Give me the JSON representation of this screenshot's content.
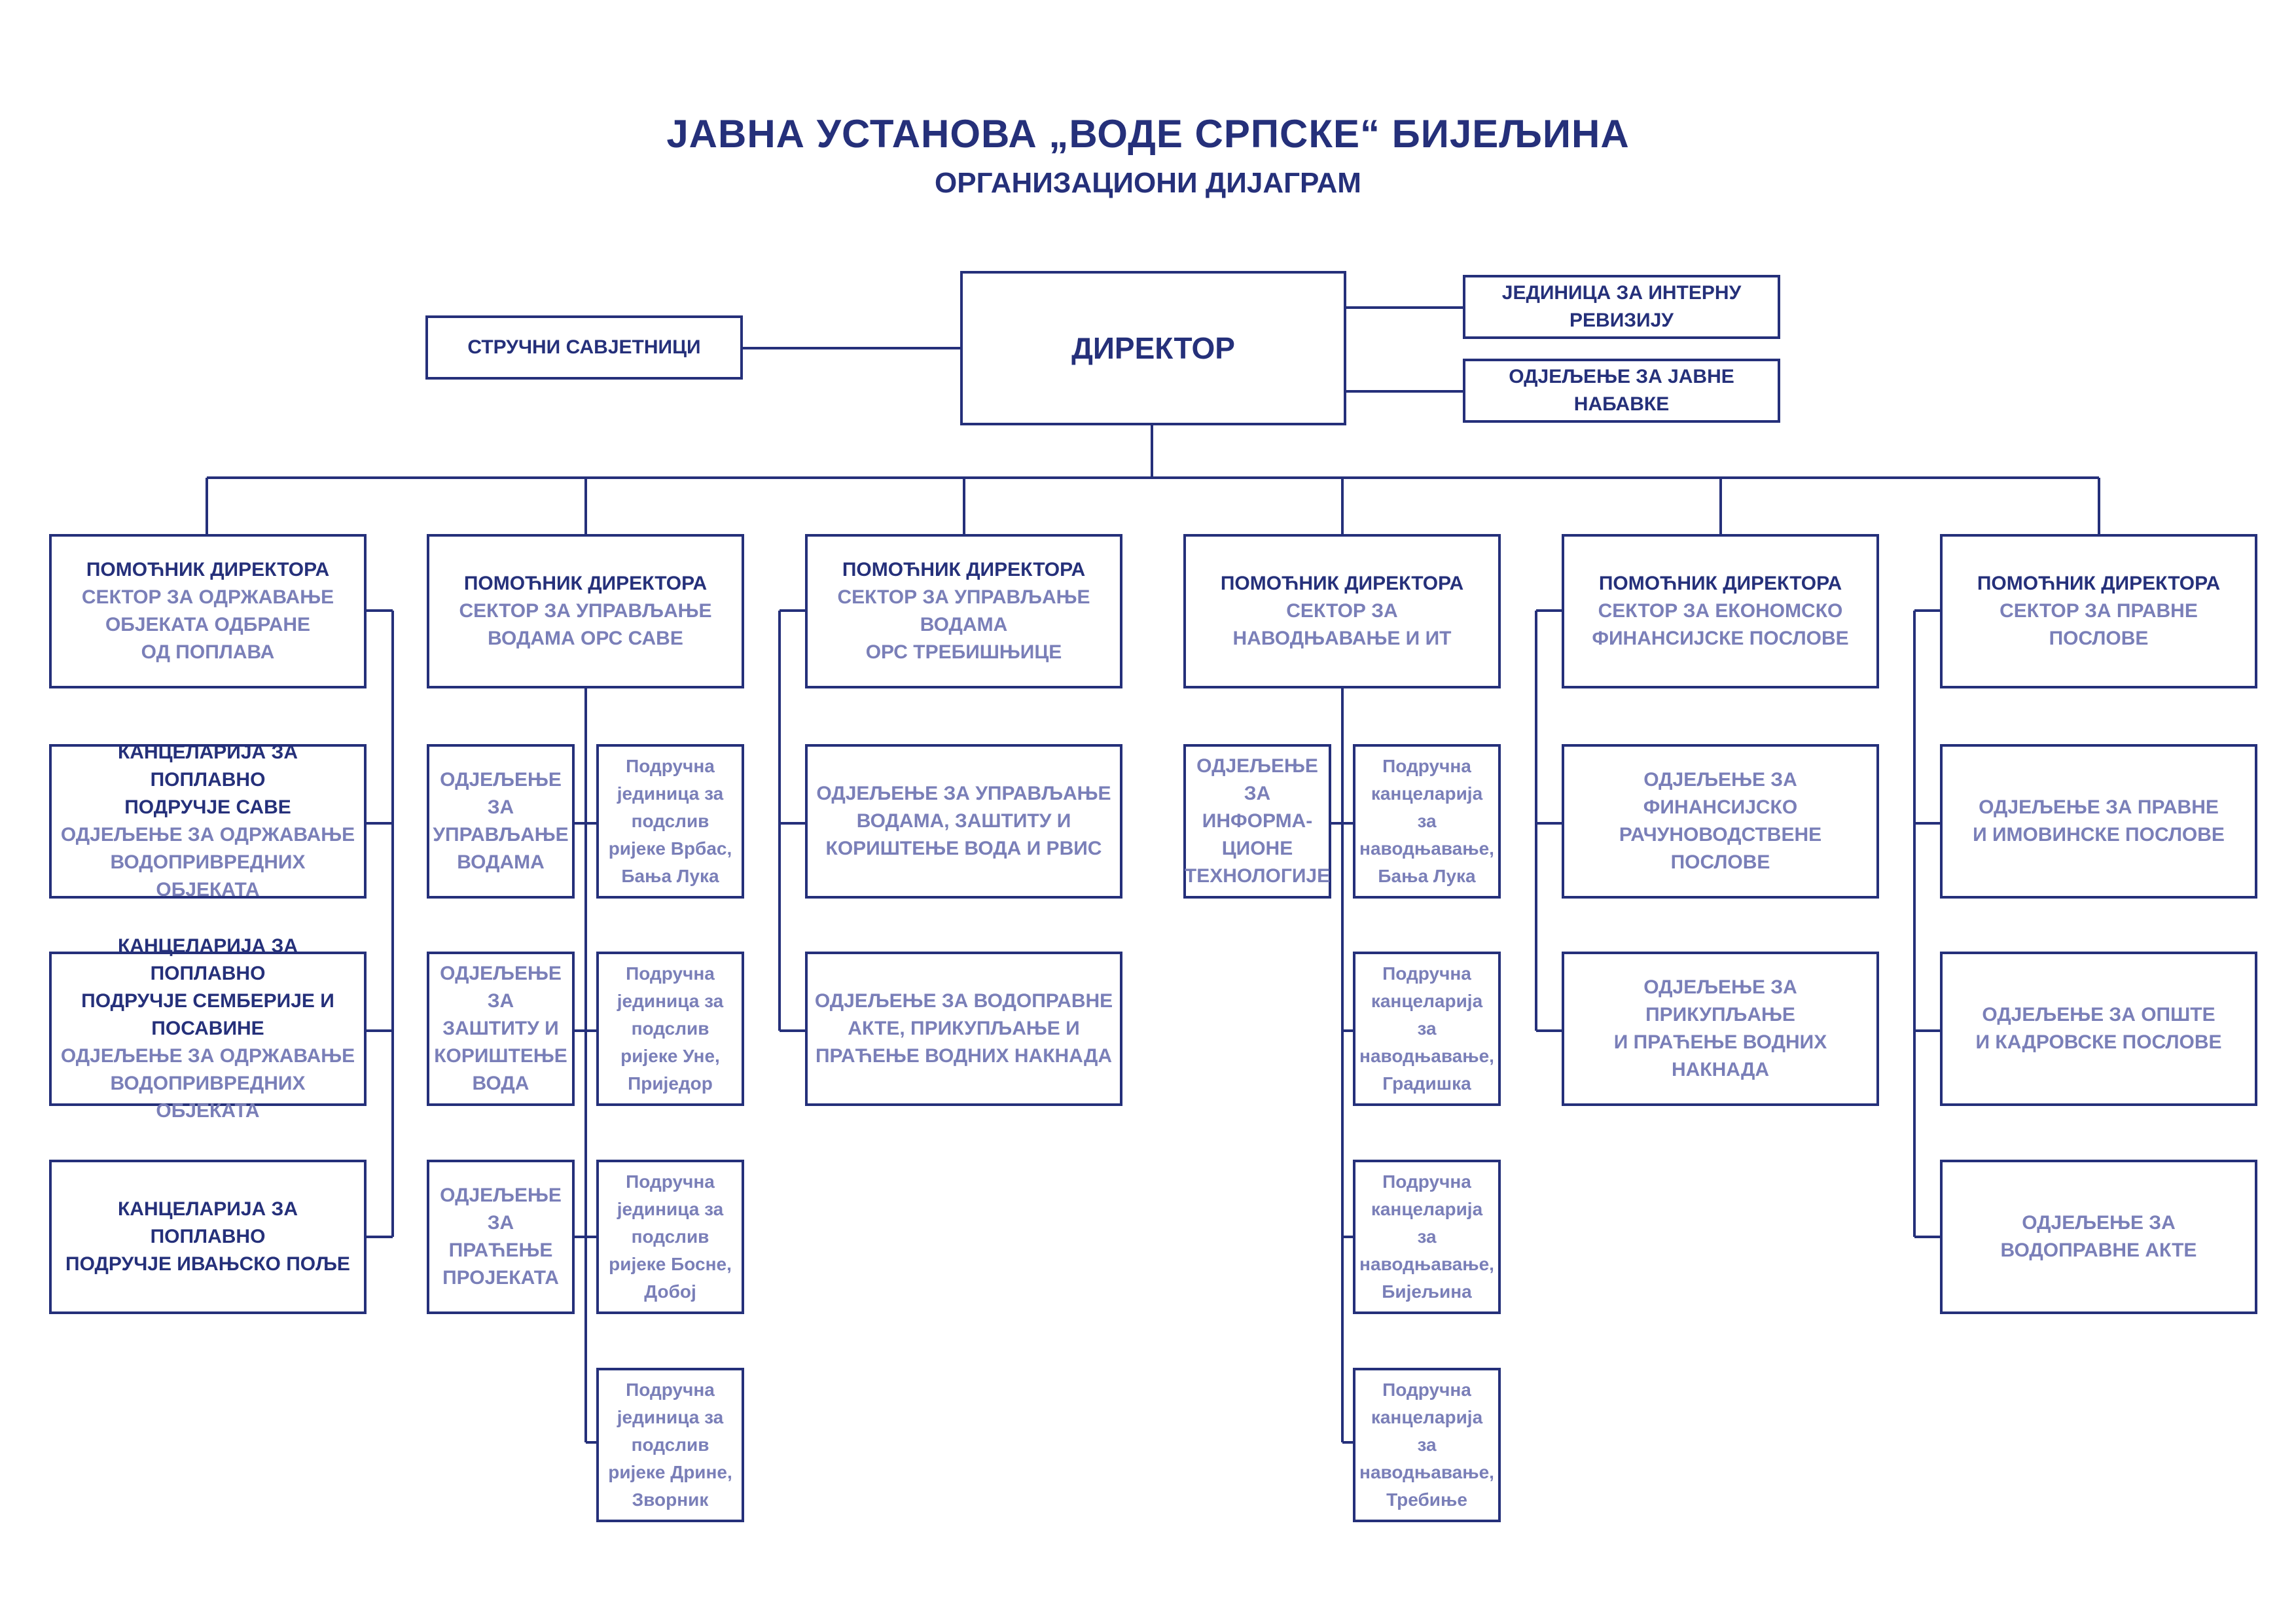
{
  "header": {
    "title": "ЈАВНА УСТАНОВА „ВОДЕ СРПСКЕ“ БИЈЕЉИНА",
    "subtitle": "ОРГАНИЗАЦИОНИ ДИЈАГРАМ"
  },
  "top": {
    "director": "ДИРЕКТОР",
    "advisors": "СТРУЧНИ САВЈЕТНИЦИ",
    "audit": "ЈЕДИНИЦА ЗА ИНТЕРНУ РЕВИЗИЈУ",
    "procurement": "ОДЈЕЉЕЊЕ ЗА ЈАВНЕ НАБАВКЕ"
  },
  "sectors": [
    {
      "head": "ПОМОЋНИК ДИРЕКТОРА",
      "name": "СЕКТОР ЗА ОДРЖАВАЊЕ\nОБЈЕКАТА ОДБРАНЕ\nОД ПОПЛАВА",
      "units": [
        {
          "head": "КАНЦЕЛАРИЈА ЗА ПОПЛАВНО\nПОДРУЧЈЕ САВЕ",
          "name": "ОДЈЕЉЕЊЕ ЗА ОДРЖАВАЊЕ\nВОДОПРИВРЕДНИХ ОБЈЕКАТА"
        },
        {
          "head": "КАНЦЕЛАРИЈА ЗА ПОПЛАВНО\nПОДРУЧЈЕ СЕМБЕРИЈЕ И\nПОСАВИНЕ",
          "name": "ОДЈЕЉЕЊЕ ЗА ОДРЖАВАЊЕ\nВОДОПРИВРЕДНИХ ОБЈЕКАТА"
        },
        {
          "head": "КАНЦЕЛАРИЈА ЗА ПОПЛАВНО\nПОДРУЧЈЕ ИВАЊСКО ПОЉЕ",
          "name": ""
        }
      ]
    },
    {
      "head": "ПОМОЋНИК ДИРЕКТОРА",
      "name": "СЕКТОР ЗА УПРАВЉАЊЕ\nВОДАМА ОРС САВЕ",
      "departments": [
        "ОДЈЕЉЕЊЕ ЗА\nУПРАВЉАЊЕ\nВОДАМА",
        "ОДЈЕЉЕЊЕ ЗА\nЗАШТИТУ И\nКОРИШТЕЊЕ\nВОДА",
        "ОДЈЕЉЕЊЕ\nЗА ПРАЋЕЊЕ\nПРОЈЕКАТА"
      ],
      "local_units": [
        "Подручна\nјединица за\nподслив\nријеке Врбас,\nБања Лука",
        "Подручна\nјединица за\nподслив\nријеке Уне,\nПриједор",
        "Подручна\nјединица за\nподслив\nријеке Босне,\nДобој",
        "Подручна\nјединица за\nподслив\nријеке Дрине,\nЗворник"
      ]
    },
    {
      "head": "ПОМОЋНИК ДИРЕКТОРА",
      "name": "СЕКТОР ЗА УПРАВЉАЊЕ\nВОДАМА\nОРС ТРЕБИШЊИЦЕ",
      "departments": [
        "ОДЈЕЉЕЊЕ ЗА УПРАВЉАЊЕ\nВОДАМА, ЗАШТИТУ И\nКОРИШТЕЊЕ ВОДА И РВИС",
        "ОДЈЕЉЕЊЕ ЗА ВОДОПРАВНЕ\nАКТЕ, ПРИКУПЉАЊЕ И\nПРАЋЕЊЕ ВОДНИХ НАКНАДА"
      ]
    },
    {
      "head": "ПОМОЋНИК ДИРЕКТОРА",
      "name": "СЕКТОР ЗА\nНАВОДЊАВАЊЕ И ИТ",
      "departments": [
        "ОДЈЕЉЕЊЕ ЗА\nИНФОРМА-\nЦИОНЕ\nТЕХНОЛОГИЈЕ"
      ],
      "local_offices": [
        "Подручна\nканцеларија за\nнаводњавање,\nБања Лука",
        "Подручна\nканцеларија за\nнаводњавање,\nГрадишка",
        "Подручна\nканцеларија за\nнаводњавање,\nБијељина",
        "Подручна\nканцеларија за\nнаводњавање,\nТребиње"
      ]
    },
    {
      "head": "ПОМОЋНИК ДИРЕКТОРА",
      "name": "СЕКТОР ЗА ЕКОНОМСКО\nФИНАНСИЈСКЕ ПОСЛОВЕ",
      "departments": [
        "ОДЈЕЉЕЊЕ ЗА ФИНАНСИЈСКО\nРАЧУНОВОДСТВЕНЕ ПОСЛОВЕ",
        "ОДЈЕЉЕЊЕ ЗА ПРИКУПЉАЊЕ\nИ ПРАЋЕЊЕ ВОДНИХ НАКНАДА"
      ]
    },
    {
      "head": "ПОМОЋНИК ДИРЕКТОРА",
      "name": "СЕКТОР ЗА ПРАВНЕ ПОСЛОВЕ",
      "departments": [
        "ОДЈЕЉЕЊЕ ЗА ПРАВНЕ\nИ ИМОВИНСКЕ ПОСЛОВЕ",
        "ОДЈЕЉЕЊЕ ЗА ОПШТЕ\nИ КАДРОВСКЕ ПОСЛОВЕ",
        "ОДЈЕЉЕЊЕ ЗА\nВОДОПРАВНЕ АКТЕ"
      ]
    }
  ]
}
